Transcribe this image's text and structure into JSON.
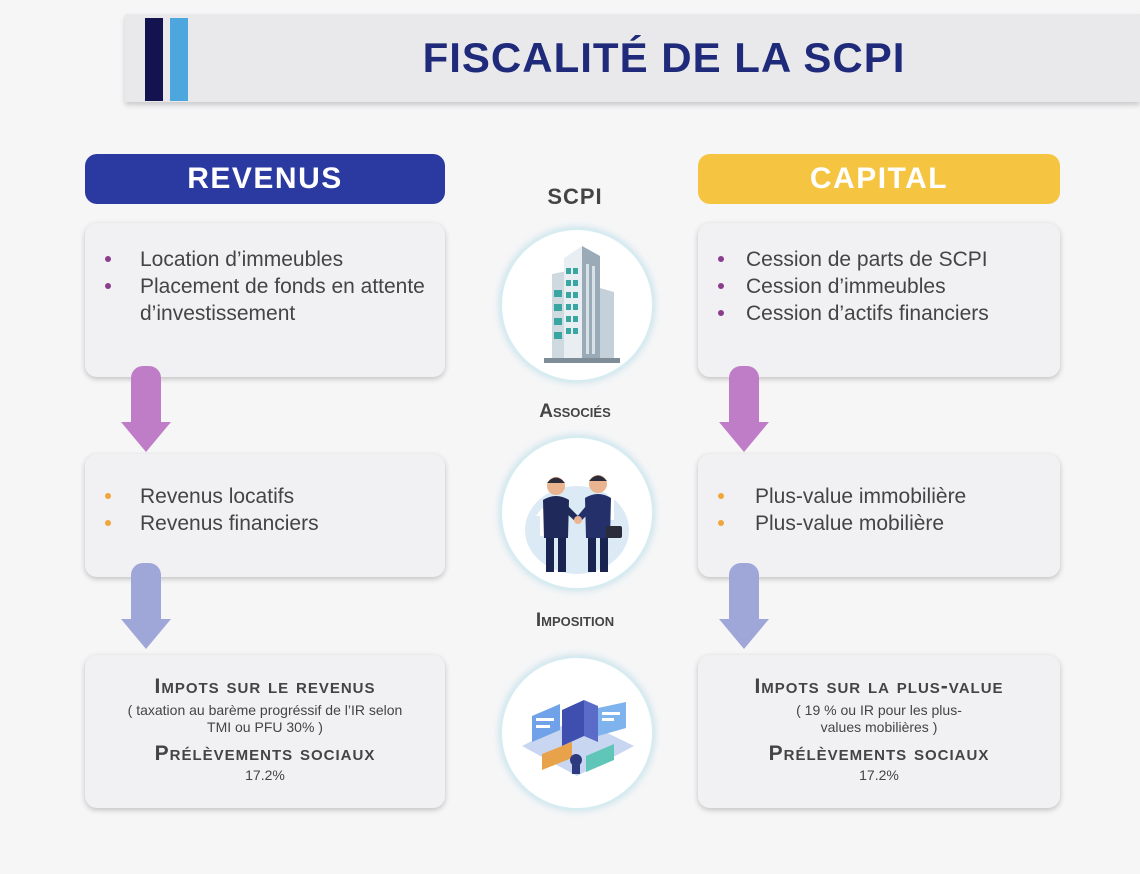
{
  "header": {
    "title": "FISCALITÉ DE LA SCPI"
  },
  "revenus": {
    "header": "REVENUS",
    "sources": [
      "Location d’immeubles",
      "Placement de fonds en attente d’investissement"
    ],
    "types": [
      "Revenus locatifs",
      "Revenus financiers"
    ],
    "tax": {
      "title": "Impots sur le revenus",
      "detail": "( taxation au barème progréssif de l’IR selon TMI ou PFU 30% )",
      "social_title": "Prélèvements sociaux",
      "social_rate": "17.2%"
    }
  },
  "center": {
    "scpi_label": "SCPI",
    "associes_label": "Associés",
    "imposition_label": "Imposition"
  },
  "capital": {
    "header": "CAPITAL",
    "sources": [
      "Cession de parts de SCPI",
      "Cession d’immeubles",
      "Cession d’actifs financiers"
    ],
    "types": [
      "Plus-value immobilière",
      "Plus-value mobilière"
    ],
    "tax": {
      "title": "Impots sur la plus-value",
      "detail": "( 19 % ou IR pour les plus-values mobilières )",
      "social_title": "Prélèvements sociaux",
      "social_rate": "17.2%"
    }
  },
  "colors": {
    "title": "#1f2b7a",
    "revenus_header": "#2a3aa0",
    "capital_header": "#f5c542",
    "arrow_purple": "#c07dc7",
    "arrow_blue": "#9fa6d8",
    "bullet_purple": "#8a3d8c",
    "bullet_orange": "#f0a63a"
  },
  "icons": {
    "scpi": "office-building-icon",
    "associes": "handshake-businessmen-icon",
    "imposition": "tax-dashboard-icon"
  }
}
